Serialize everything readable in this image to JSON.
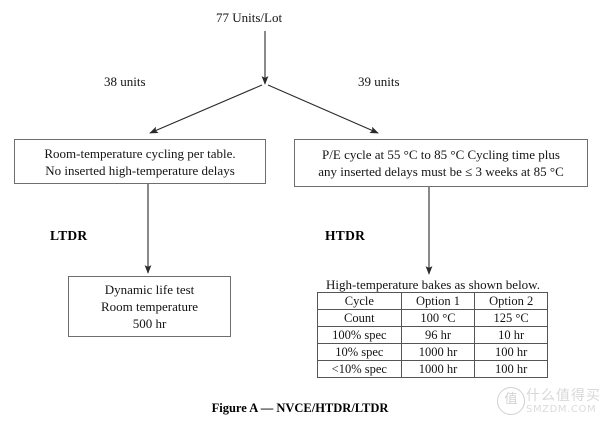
{
  "figure": {
    "caption": "Figure A — NVCE/HTDR/LTDR",
    "source_label": "77 Units/Lot"
  },
  "branches": {
    "left_count": "38 units",
    "right_count": "39 units",
    "left_tag": "LTDR",
    "right_tag": "HTDR"
  },
  "boxes": {
    "ltdr_top": {
      "line1": "Room-temperature cycling per table.",
      "line2": "No inserted high-temperature delays"
    },
    "htdr_top": {
      "line1": "P/E cycle at 55 °C to 85 °C Cycling time plus",
      "line2": "any inserted delays must be ≤ 3 weeks at 85 °C"
    },
    "dynamic_life": {
      "line1": "Dynamic life test",
      "line2": "Room temperature",
      "line3": "500 hr"
    }
  },
  "table_caption": "High-temperature bakes as shown below.",
  "chart_data": {
    "type": "table",
    "title": "High-temperature bakes as shown below.",
    "header_rows": [
      [
        "Cycle",
        "Option 1",
        "Option 2"
      ],
      [
        "Count",
        "100 °C",
        "125 °C"
      ]
    ],
    "columns": [
      "Cycle Count",
      "Option 1 100 °C",
      "Option 2 125 °C"
    ],
    "rows": [
      [
        "100% spec",
        "96 hr",
        "10 hr"
      ],
      [
        "10% spec",
        "1000 hr",
        "100 hr"
      ],
      [
        "<10% spec",
        "1000 hr",
        "100 hr"
      ]
    ]
  },
  "watermark": {
    "logo_glyph": "值",
    "chinese": "什么值得买",
    "domain": "SMZDM.COM"
  },
  "colors": {
    "background": "#ffffff",
    "text": "#141414",
    "box_border": "#6e6e6e",
    "table_border": "#555555",
    "arrow": "#2b2b2b",
    "watermark": "#a8a8a8"
  }
}
